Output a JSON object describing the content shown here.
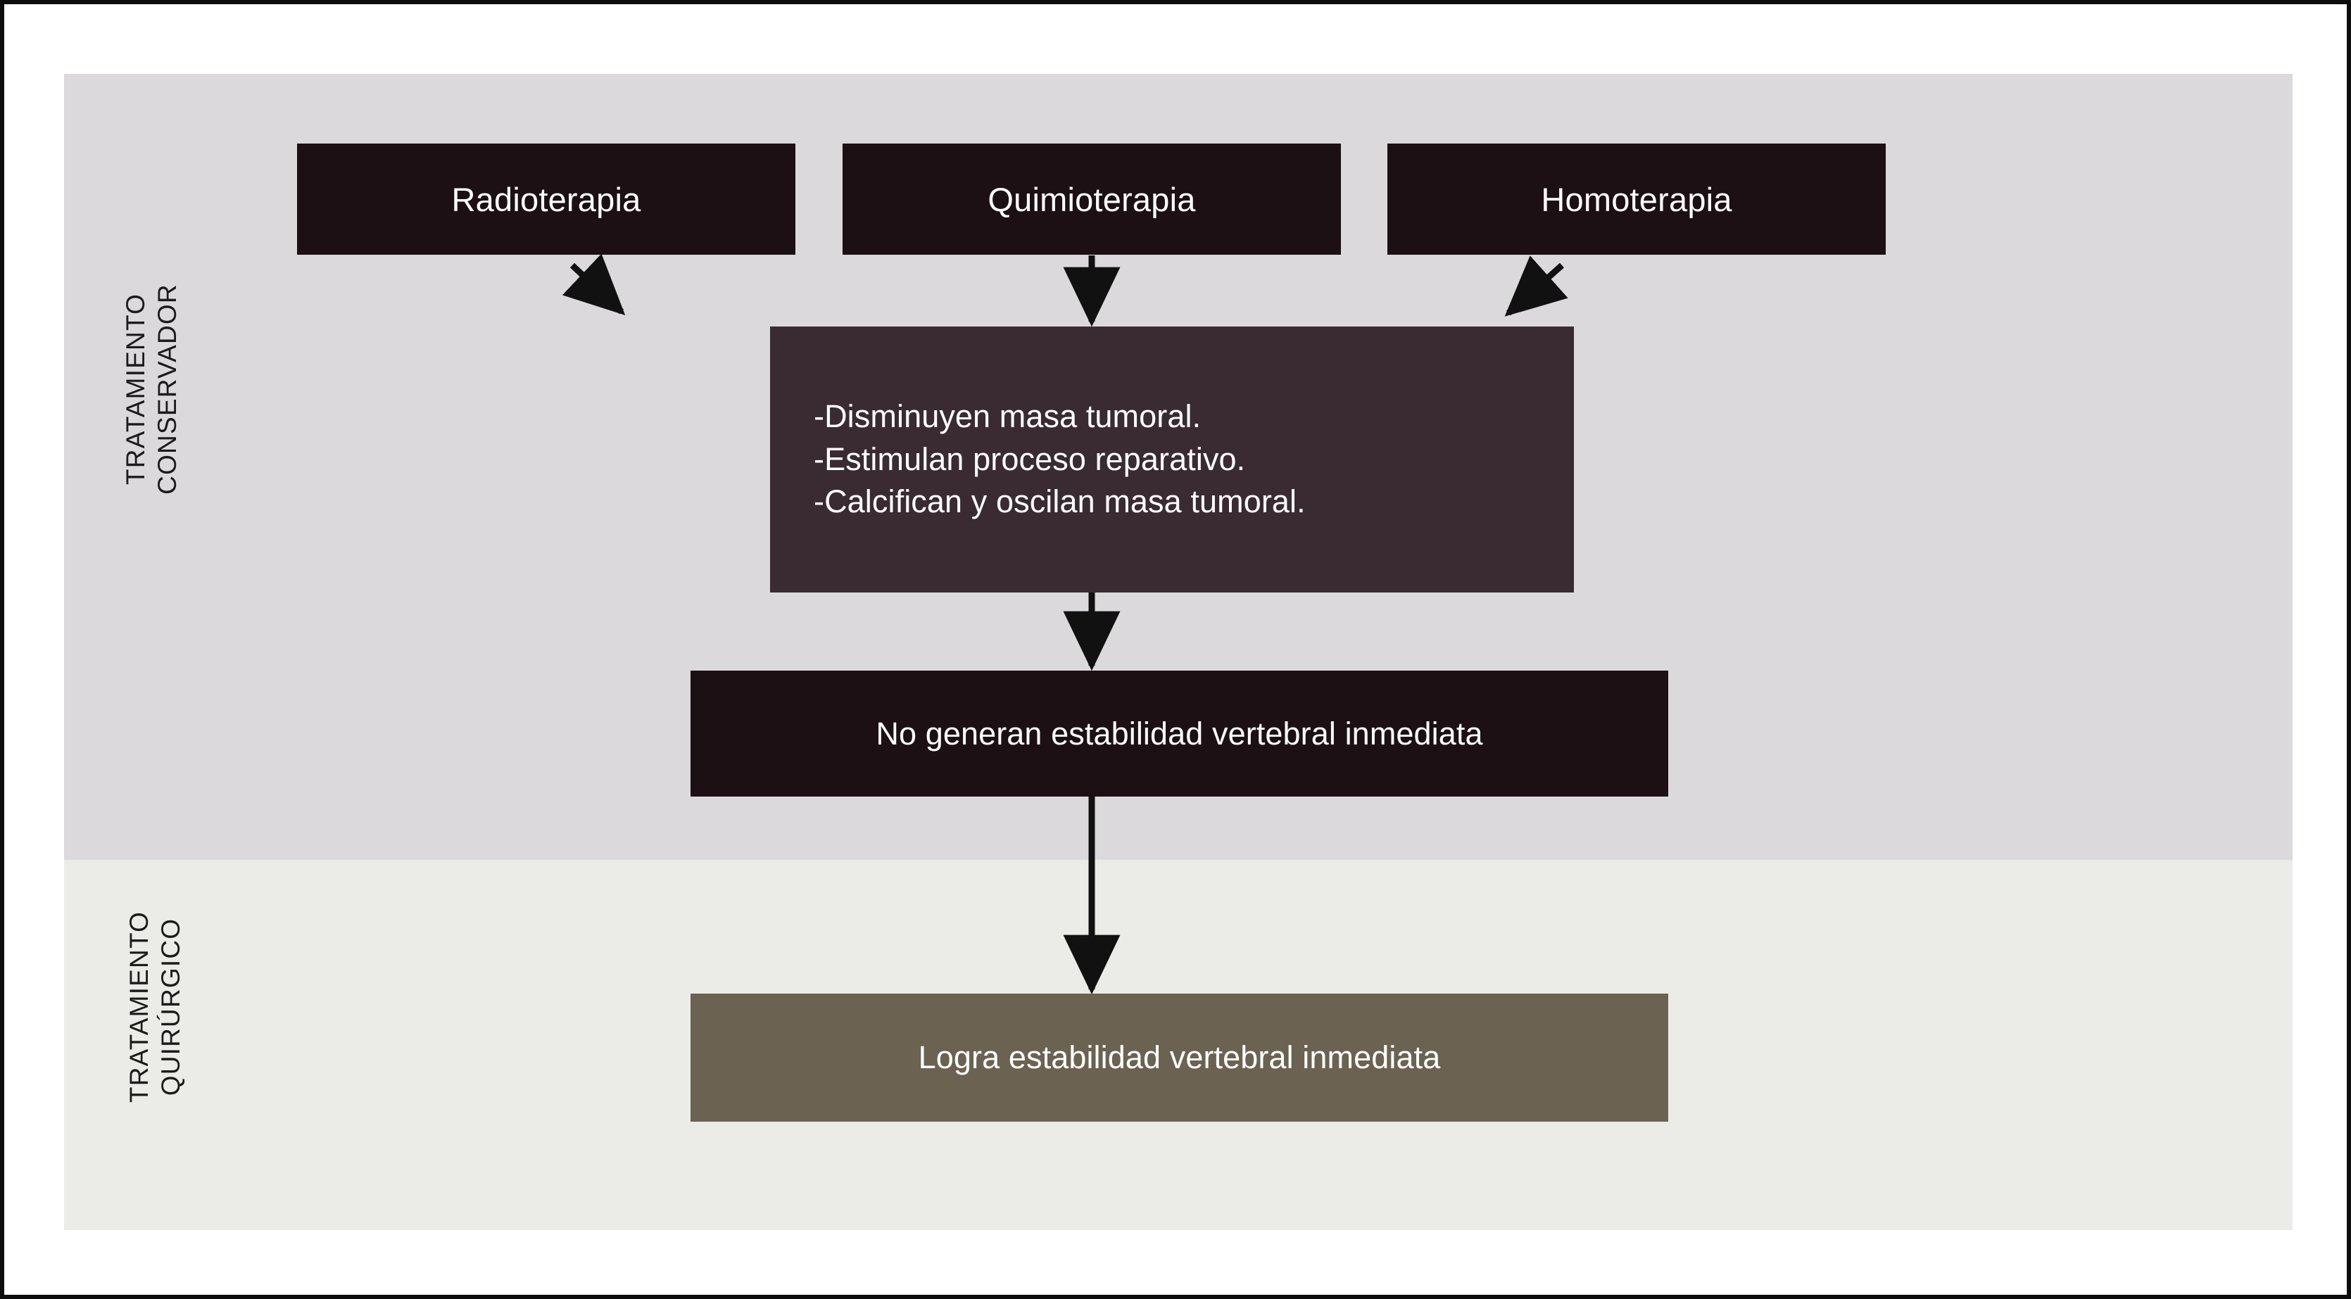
{
  "diagram": {
    "title_implicit": "",
    "bands": [
      {
        "id": "conservador",
        "label": "TRATAMIENTO\nCONSERVADOR",
        "bg": "#dcd9dd"
      },
      {
        "id": "quirurgico",
        "label": "TRATAMIENTO\nQUIRÚRGICO",
        "bg": "#ebebe7"
      }
    ],
    "nodes": [
      {
        "id": "radioterapia",
        "label": "Radioterapia",
        "fill": "#1d1015",
        "text_color": "#ffffff"
      },
      {
        "id": "quimioterapia",
        "label": "Quimioterapia",
        "fill": "#1d1015",
        "text_color": "#ffffff"
      },
      {
        "id": "homoterapia",
        "label": "Homoterapia",
        "fill": "#1d1015",
        "text_color": "#ffffff"
      },
      {
        "id": "efectos",
        "label": "-Disminuyen masa tumoral.\n-Estimulan proceso reparativo.\n-Calcifican y oscilan masa tumoral.",
        "fill": "#3a2b33",
        "text_color": "#ffffff"
      },
      {
        "id": "no_estabilidad",
        "label": "No generan estabilidad vertebral inmediata",
        "fill": "#1d1015",
        "text_color": "#ffffff"
      },
      {
        "id": "estabilidad",
        "label": "Logra estabilidad vertebral inmediata",
        "fill": "#6b6252",
        "text_color": "#ffffff"
      }
    ],
    "edges": [
      {
        "id": "radioterapia-to-efectos",
        "from": "radioterapia",
        "to": "efectos",
        "style": "diagonal-arrow"
      },
      {
        "id": "quimioterapia-to-efectos",
        "from": "quimioterapia",
        "to": "efectos",
        "style": "vertical-arrow"
      },
      {
        "id": "homoterapia-to-efectos",
        "from": "homoterapia",
        "to": "efectos",
        "style": "diagonal-arrow"
      },
      {
        "id": "efectos-to-no-estabilidad",
        "from": "efectos",
        "to": "no_estabilidad",
        "style": "vertical-arrow"
      },
      {
        "id": "no-estabilidad-to-estabilidad",
        "from": "no_estabilidad",
        "to": "estabilidad",
        "style": "vertical-arrow"
      }
    ],
    "colors": {
      "panel_upper": "#dcd9dd",
      "panel_lower": "#ebebe7",
      "node_dark": "#1d1015",
      "node_plum": "#3a2b33",
      "node_olive": "#6b6252",
      "arrow": "#111111",
      "page": "#ffffff",
      "frame": "#0d0d0d"
    }
  }
}
